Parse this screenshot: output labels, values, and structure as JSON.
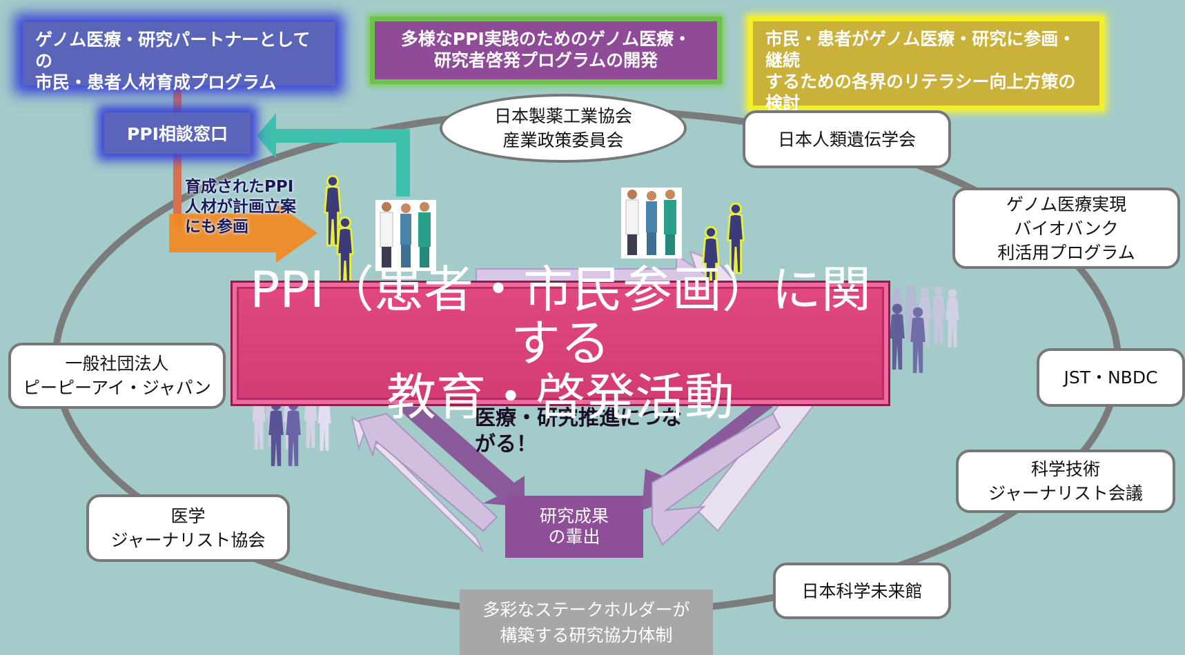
{
  "programs": {
    "blue": [
      "ゲノム医療・研究パートナーとしての",
      "市民・患者人材育成プログラム"
    ],
    "purple": [
      "多様なPPI実践のためのゲノム医療・",
      "研究者啓発プログラムの開発"
    ],
    "yellow": [
      "市民・患者がゲノム医療・研究に参画・継続",
      "するための各界のリテラシー向上方策の",
      "検討"
    ]
  },
  "ppi_window": "PPI相談窓口",
  "trained": [
    "育成されたPPI",
    "人材が計画立案",
    "にも参画"
  ],
  "stakeholders": {
    "jpma": [
      "日本製薬工業協会",
      "産業政策委員会"
    ],
    "jshg": [
      "日本人類遺伝学会"
    ],
    "biobank": [
      "ゲノム医療実現",
      "バイオバンク",
      "利活用プログラム"
    ],
    "jst": [
      "JST・NBDC"
    ],
    "science_journalists": [
      "科学技術",
      "ジャーナリスト会議"
    ],
    "miraikan": [
      "日本科学未来館"
    ],
    "medical_journalists": [
      "医学",
      "ジャーナリスト協会"
    ],
    "ppi_japan": [
      "一般社団法人",
      "ピーピーアイ・ジャパン"
    ]
  },
  "banner": [
    "PPI（患者・市民参画）に関する",
    "教育・啓発活動"
  ],
  "promotion": [
    "医療・研究推進につな",
    "がる！"
  ],
  "results": [
    "研究成果",
    "の輩出"
  ],
  "footer": [
    "多彩なステークホルダーが",
    "構築する研究協力体制"
  ],
  "icons": {
    "person": "person-silhouette-icon",
    "doctors": "medical-staff-icon",
    "crowd": "crowd-icon"
  },
  "colors": {
    "background": "#a3cbc9",
    "banner": "#d94279",
    "blue_glow": "#3d45d8",
    "purple": "#8f4a98",
    "yellow": "#c9b13a",
    "teal_arrow": "#3fbfae",
    "orange_arrow": "#f08a26"
  }
}
